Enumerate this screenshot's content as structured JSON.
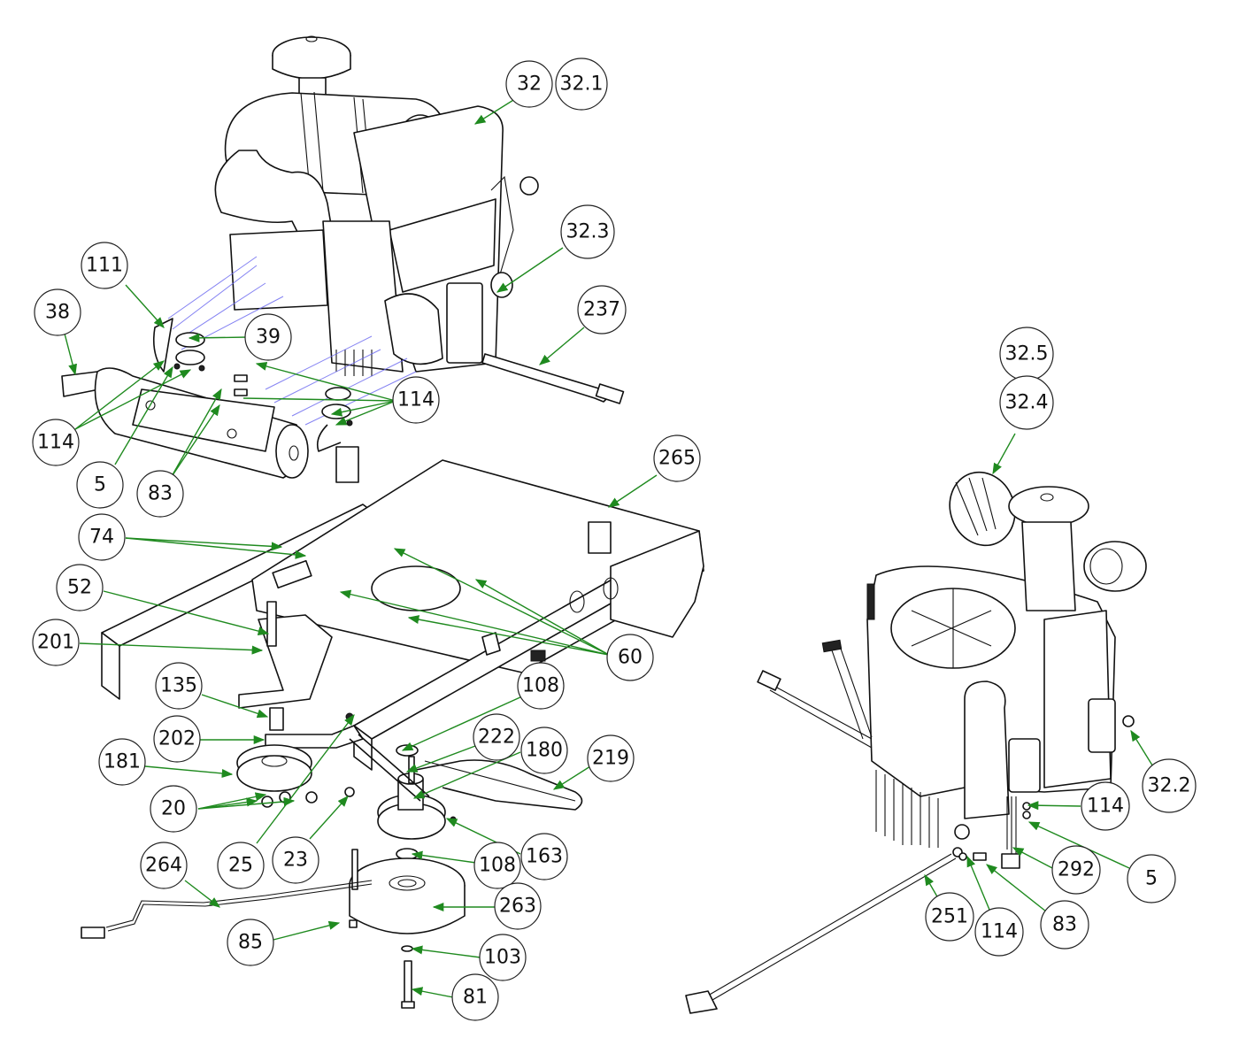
{
  "title": "Engine, Muffler, Engine Deck and Clutch Assembly — Exploded Parts Diagram",
  "colors": {
    "leader": "#1f8a1f",
    "explode_line": "#6f6cf0",
    "outline": "#111111"
  },
  "callouts": [
    {
      "id": "c-32",
      "label": "32",
      "part": "engine"
    },
    {
      "id": "c-32-1",
      "label": "32.1",
      "part": "engine"
    },
    {
      "id": "c-32-3",
      "label": "32.3",
      "part": "oil-fill-cap"
    },
    {
      "id": "c-237",
      "label": "237",
      "part": "oil-drain-hose"
    },
    {
      "id": "c-111",
      "label": "111",
      "part": "exhaust-stud"
    },
    {
      "id": "c-38",
      "label": "38",
      "part": "muffler"
    },
    {
      "id": "c-39",
      "label": "39",
      "part": "exhaust-gasket"
    },
    {
      "id": "c-114a",
      "label": "114",
      "part": "lock-washer"
    },
    {
      "id": "c-114b",
      "label": "114",
      "part": "lock-washer"
    },
    {
      "id": "c-5a",
      "label": "5",
      "part": "nut"
    },
    {
      "id": "c-83a",
      "label": "83",
      "part": "bolt"
    },
    {
      "id": "c-265",
      "label": "265",
      "part": "engine-deck-frame"
    },
    {
      "id": "c-74",
      "label": "74",
      "part": "bolt"
    },
    {
      "id": "c-52",
      "label": "52",
      "part": "bolt"
    },
    {
      "id": "c-60",
      "label": "60",
      "part": "engine-mount-stud"
    },
    {
      "id": "c-201",
      "label": "201",
      "part": "idler-bracket"
    },
    {
      "id": "c-135",
      "label": "135",
      "part": "spacer"
    },
    {
      "id": "c-202",
      "label": "202",
      "part": "idler-arm"
    },
    {
      "id": "c-181",
      "label": "181",
      "part": "idler-pulley"
    },
    {
      "id": "c-20",
      "label": "20",
      "part": "flange-nut"
    },
    {
      "id": "c-25",
      "label": "25",
      "part": "nut"
    },
    {
      "id": "c-23",
      "label": "23",
      "part": "nut"
    },
    {
      "id": "c-108a",
      "label": "108",
      "part": "washer"
    },
    {
      "id": "c-222",
      "label": "222",
      "part": "key"
    },
    {
      "id": "c-180",
      "label": "180",
      "part": "drive-pulley"
    },
    {
      "id": "c-219",
      "label": "219",
      "part": "belt"
    },
    {
      "id": "c-163",
      "label": "163",
      "part": "set-screw"
    },
    {
      "id": "c-108b",
      "label": "108",
      "part": "washer"
    },
    {
      "id": "c-264",
      "label": "264",
      "part": "clutch-wire-harness"
    },
    {
      "id": "c-263",
      "label": "263",
      "part": "electric-pto-clutch"
    },
    {
      "id": "c-85",
      "label": "85",
      "part": "anti-rotation-bolt"
    },
    {
      "id": "c-103",
      "label": "103",
      "part": "washer"
    },
    {
      "id": "c-81",
      "label": "81",
      "part": "clutch-bolt"
    },
    {
      "id": "c-32-5",
      "label": "32.5",
      "part": "air-filter"
    },
    {
      "id": "c-32-4",
      "label": "32.4",
      "part": "air-filter"
    },
    {
      "id": "c-32-2",
      "label": "32.2",
      "part": "fuel-filter"
    },
    {
      "id": "c-114c",
      "label": "114",
      "part": "lock-washer"
    },
    {
      "id": "c-5b",
      "label": "5",
      "part": "nut"
    },
    {
      "id": "c-292",
      "label": "292",
      "part": "wire-harness"
    },
    {
      "id": "c-251",
      "label": "251",
      "part": "oil-drain-hose"
    },
    {
      "id": "c-114d",
      "label": "114",
      "part": "lock-washer"
    },
    {
      "id": "c-83b",
      "label": "83",
      "part": "bolt"
    }
  ]
}
